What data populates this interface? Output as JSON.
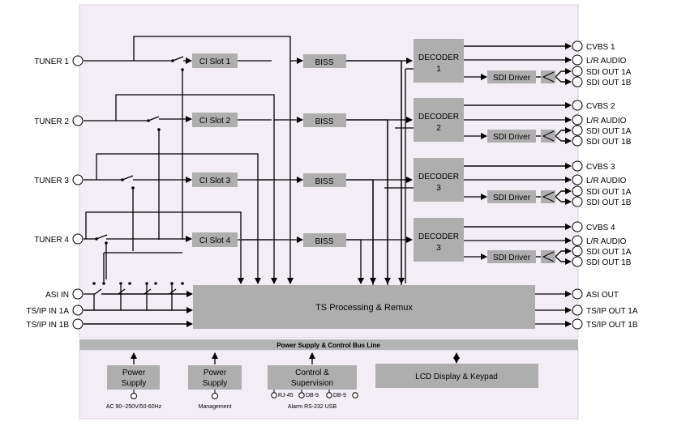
{
  "inputs": {
    "tuners": [
      "TUNER 1",
      "TUNER 2",
      "TUNER 3",
      "TUNER 4"
    ],
    "asi_in": "ASI IN",
    "tsip_in_1a": "TS/IP IN 1A",
    "tsip_in_1b": "TS/IP IN 1B"
  },
  "ci_slots": [
    "CI Slot 1",
    "CI Slot 2",
    "CI Slot 3",
    "CI Slot 4"
  ],
  "biss": "BISS",
  "decoders": [
    {
      "line1": "DECODER",
      "line2": "1"
    },
    {
      "line1": "DECODER",
      "line2": "2"
    },
    {
      "line1": "DECODER",
      "line2": "3"
    },
    {
      "line1": "DECODER",
      "line2": "3"
    }
  ],
  "sdi_driver": "SDI Driver",
  "outputs": [
    {
      "cvbs": "CVBS 1",
      "audio": "L/R AUDIO",
      "sdi_a": "SDI OUT 1A",
      "sdi_b": "SDI OUT 1B"
    },
    {
      "cvbs": "CVBS 2",
      "audio": "L/R AUDIO",
      "sdi_a": "SDI OUT 1A",
      "sdi_b": "SDI OUT 1B"
    },
    {
      "cvbs": "CVBS 3",
      "audio": "L/R AUDIO",
      "sdi_a": "SDI OUT 1A",
      "sdi_b": "SDI OUT 1B"
    },
    {
      "cvbs": "CVBS 4",
      "audio": "L/R AUDIO",
      "sdi_a": "SDI OUT 1A",
      "sdi_b": "SDI OUT 1B"
    }
  ],
  "ts_processing": "TS Processing & Remux",
  "asi_out": "ASI OUT",
  "tsip_out_1a": "TS/IP OUT 1A",
  "tsip_out_1b": "TS/IP OUT 1B",
  "bus_line": "Power Supply & Control Bus Line",
  "power_supply_1": {
    "line1": "Power",
    "line2": "Supply",
    "caption": "AC 90~250V/50-60Hz"
  },
  "power_supply_2": {
    "line1": "Power",
    "line2": "Supply",
    "caption": "Management"
  },
  "control": {
    "line1": "Control &",
    "line2": "Supervision",
    "ports": [
      "RJ-45",
      "DB-9",
      "DB-9"
    ],
    "caption": "Alarm RS-232 USB"
  },
  "lcd": "LCD Display & Keypad",
  "colors": {
    "panel": "#f3edf5",
    "block": "#aeaeae",
    "bus": "#b4b4b4",
    "line": "#000000"
  }
}
